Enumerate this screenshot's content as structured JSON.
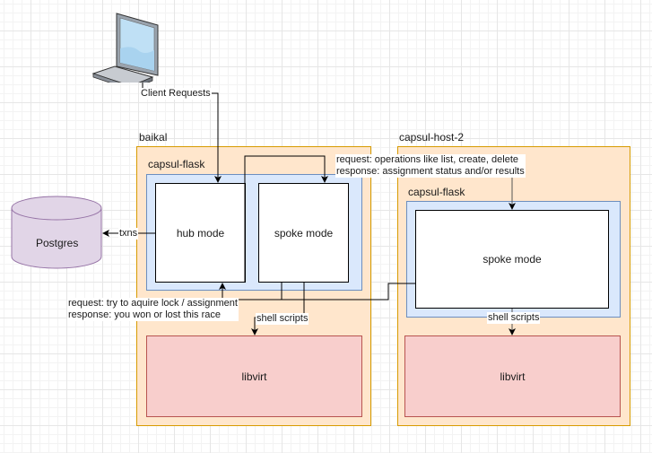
{
  "client": {
    "icon": "laptop-icon",
    "label": "Client Requests"
  },
  "database": {
    "label": "Postgres",
    "edge_label": "txns"
  },
  "hosts": [
    {
      "name": "baikal",
      "app_label": "capsul-flask",
      "modes": [
        "hub mode",
        "spoke mode"
      ],
      "shell_label": "shell scripts",
      "backend": "libvirt"
    },
    {
      "name": "capsul-host-2",
      "app_label": "capsul-flask",
      "modes": [
        "spoke mode"
      ],
      "shell_label": "shell scripts",
      "backend": "libvirt"
    }
  ],
  "annotations": {
    "ops_request": "request: operations like list, create, delete",
    "ops_response": "response: assignment status and/or results",
    "lock_request": "request: try to aquire lock / assignment",
    "lock_response": "response: you won or lost this race"
  },
  "colors": {
    "host_fill": "#ffe6cc",
    "host_stroke": "#d79b00",
    "app_fill": "#dae8fc",
    "app_stroke": "#6c8ebf",
    "libvirt_fill": "#f8cecc",
    "libvirt_stroke": "#b85450",
    "db_fill": "#e1d5e7",
    "db_stroke": "#9673a6"
  }
}
